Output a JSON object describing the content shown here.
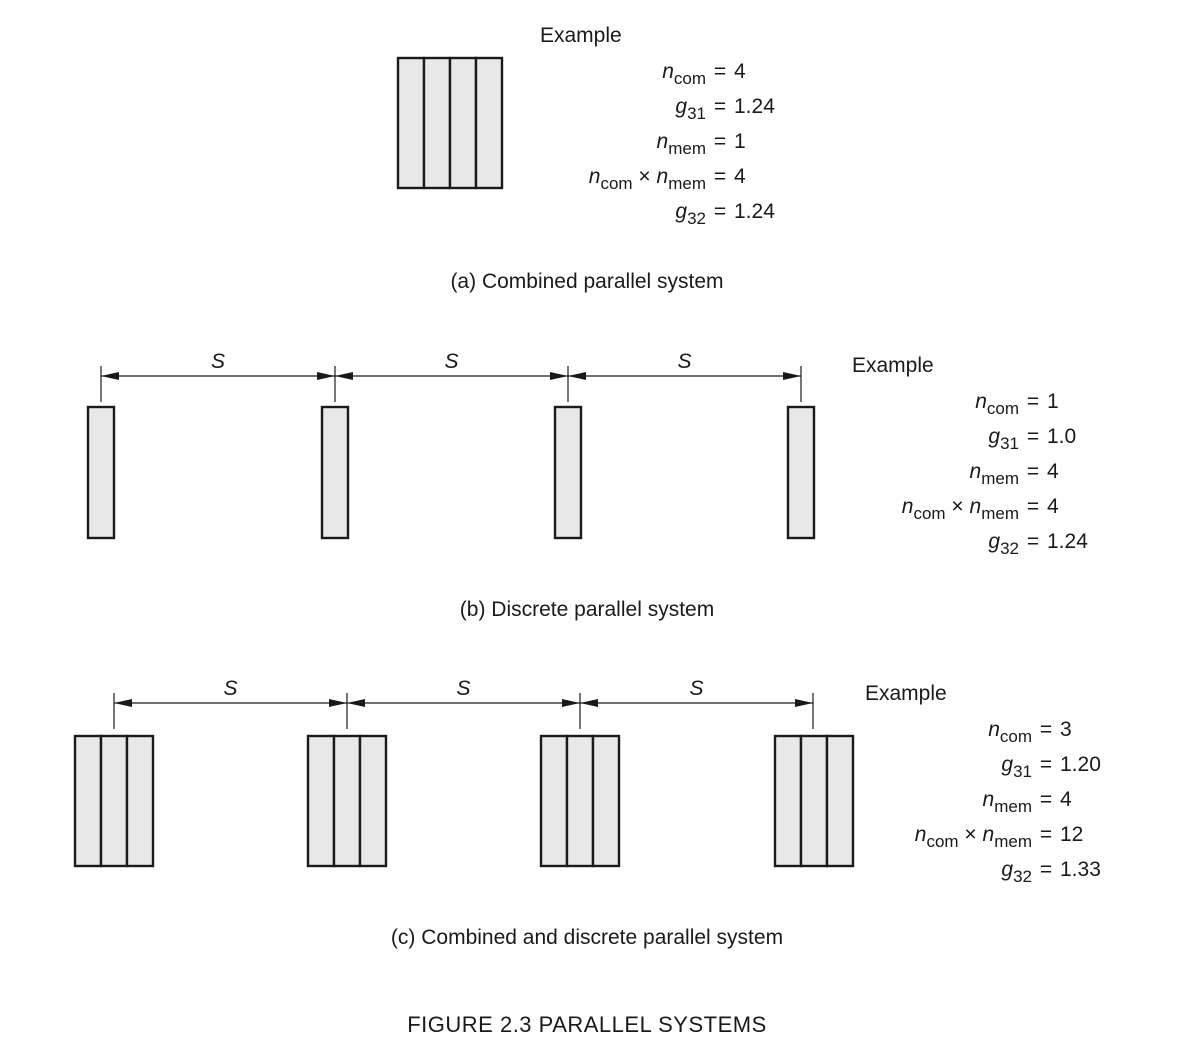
{
  "figure_title": "FIGURE  2.3   PARALLEL SYSTEMS",
  "panels": [
    {
      "id": "a",
      "caption": "(a)  Combined parallel system",
      "example_heading": "Example",
      "equations": [
        {
          "sym": "n",
          "sub": "com",
          "value": "4"
        },
        {
          "sym": "g",
          "sub": "31",
          "value": "1.24"
        },
        {
          "sym": "n",
          "sub": "mem",
          "value": "1"
        },
        {
          "sym": "n",
          "sub": "com",
          "sym2": "n",
          "sub2": "mem",
          "value": "4"
        },
        {
          "sym": "g",
          "sub": "32",
          "value": "1.24"
        }
      ],
      "groups": 1,
      "pieces_per_group": 4,
      "spacing_labels": []
    },
    {
      "id": "b",
      "caption": "(b)  Discrete parallel system",
      "example_heading": "Example",
      "equations": [
        {
          "sym": "n",
          "sub": "com",
          "value": "1"
        },
        {
          "sym": "g",
          "sub": "31",
          "value": "1.0"
        },
        {
          "sym": "n",
          "sub": "mem",
          "value": "4"
        },
        {
          "sym": "n",
          "sub": "com",
          "sym2": "n",
          "sub2": "mem",
          "value": "4"
        },
        {
          "sym": "g",
          "sub": "32",
          "value": "1.24"
        }
      ],
      "groups": 4,
      "pieces_per_group": 1,
      "spacing_labels": [
        "S",
        "S",
        "S"
      ]
    },
    {
      "id": "c",
      "caption": "(c)  Combined and discrete parallel system",
      "example_heading": "Example",
      "equations": [
        {
          "sym": "n",
          "sub": "com",
          "value": "3"
        },
        {
          "sym": "g",
          "sub": "31",
          "value": "1.20"
        },
        {
          "sym": "n",
          "sub": "mem",
          "value": "4"
        },
        {
          "sym": "n",
          "sub": "com",
          "sym2": "n",
          "sub2": "mem",
          "value": "12"
        },
        {
          "sym": "g",
          "sub": "32",
          "value": "1.33"
        }
      ],
      "groups": 4,
      "pieces_per_group": 3,
      "spacing_labels": [
        "S",
        "S",
        "S"
      ]
    }
  ]
}
